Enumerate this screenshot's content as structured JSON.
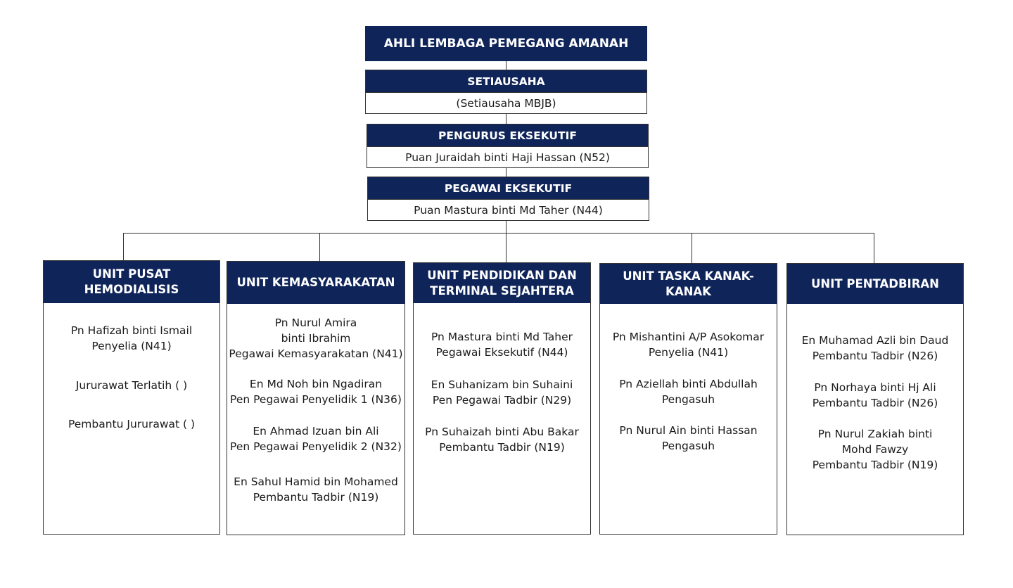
{
  "chart": {
    "top": "AHLI LEMBAGA PEMEGANG AMANAH",
    "setiausaha": {
      "title": "SETIAUSAHA",
      "name": "(Setiausaha MBJB)"
    },
    "pengurus": {
      "title": "PENGURUS EKSEKUTIF",
      "name": "Puan Juraidah binti Haji Hassan (N52)"
    },
    "pegawai": {
      "title": "PEGAWAI EKSEKUTIF",
      "name": "Puan Mastura binti Md Taher (N44)"
    },
    "units": [
      {
        "title": [
          "UNIT PUSAT HEMODIALISIS"
        ],
        "staff": [
          [
            "Pn Hafizah binti Ismail",
            "Penyelia (N41)"
          ],
          [
            "Jururawat Terlatih ( )"
          ],
          [
            "Pembantu Jururawat ( )"
          ]
        ]
      },
      {
        "title": [
          "UNIT KEMASYARAKATAN"
        ],
        "staff": [
          [
            "Pn Nurul Amira",
            "binti Ibrahim",
            "Pegawai Kemasyarakatan (N41)"
          ],
          [
            "En Md Noh bin Ngadiran",
            "Pen Pegawai Penyelidik 1 (N36)"
          ],
          [
            "En Ahmad Izuan bin Ali",
            "Pen Pegawai Penyelidik 2 (N32)"
          ],
          [
            "En Sahul Hamid bin Mohamed",
            "Pembantu Tadbir (N19)"
          ]
        ]
      },
      {
        "title": [
          "UNIT PENDIDIKAN DAN",
          "TERMINAL SEJAHTERA"
        ],
        "staff": [
          [
            "Pn Mastura binti Md Taher",
            "Pegawai Eksekutif (N44)"
          ],
          [
            "En Suhanizam bin Suhaini",
            "Pen Pegawai Tadbir (N29)"
          ],
          [
            "Pn Suhaizah binti Abu Bakar",
            "Pembantu Tadbir (N19)"
          ]
        ]
      },
      {
        "title": [
          "UNIT TASKA KANAK-KANAK"
        ],
        "staff": [
          [
            "Pn Mishantini A/P Asokomar",
            "Penyelia (N41)"
          ],
          [
            "Pn Aziellah binti Abdullah",
            "Pengasuh"
          ],
          [
            "Pn Nurul Ain binti Hassan",
            "Pengasuh"
          ]
        ]
      },
      {
        "title": [
          "UNIT PENTADBIRAN"
        ],
        "staff": [
          [
            "En Muhamad Azli bin Daud",
            "Pembantu Tadbir (N26)"
          ],
          [
            "Pn Norhaya binti Hj Ali",
            "Pembantu Tadbir (N26)"
          ],
          [
            "Pn Nurul Zakiah binti",
            "Mohd Fawzy",
            "Pembantu Tadbir (N19)"
          ]
        ]
      }
    ]
  },
  "colors": {
    "header": "#0f2459",
    "header_text": "#ffffff",
    "line": "#333333"
  }
}
